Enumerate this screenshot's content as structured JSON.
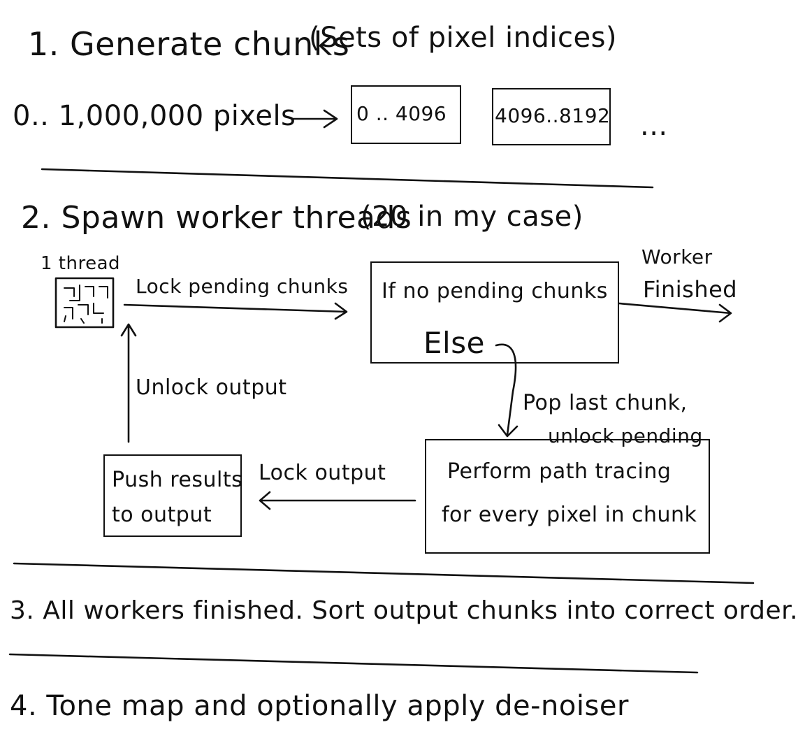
{
  "step1": {
    "title": "1. Generate chunks",
    "paren": "(Sets of pixel indices)",
    "range_label": "0.. 1,000,000 pixels",
    "chunk_a": "0 .. 4096",
    "chunk_b": "4096..8192",
    "ellipsis": "..."
  },
  "step2": {
    "title": "2. Spawn worker threads",
    "paren": "(20 in my case)",
    "thread_label": "1 thread",
    "lock_pending": "Lock pending chunks",
    "decision_if": "If no pending chunks",
    "decision_else": "Else",
    "worker_finished_1": "Worker",
    "worker_finished_2": "Finished",
    "pop_1": "Pop last chunk,",
    "pop_2": "unlock pending",
    "trace_1": "Perform path tracing",
    "trace_2": "for every pixel in chunk",
    "lock_output": "Lock output",
    "push_1": "Push results",
    "push_2": "to output",
    "unlock_output": "Unlock output"
  },
  "step3": {
    "text": "3. All workers finished. Sort output chunks into correct order."
  },
  "step4": {
    "text": "4. Tone map and optionally apply de-noiser"
  },
  "colors": {
    "ink": "#111111",
    "background": "#ffffff"
  }
}
